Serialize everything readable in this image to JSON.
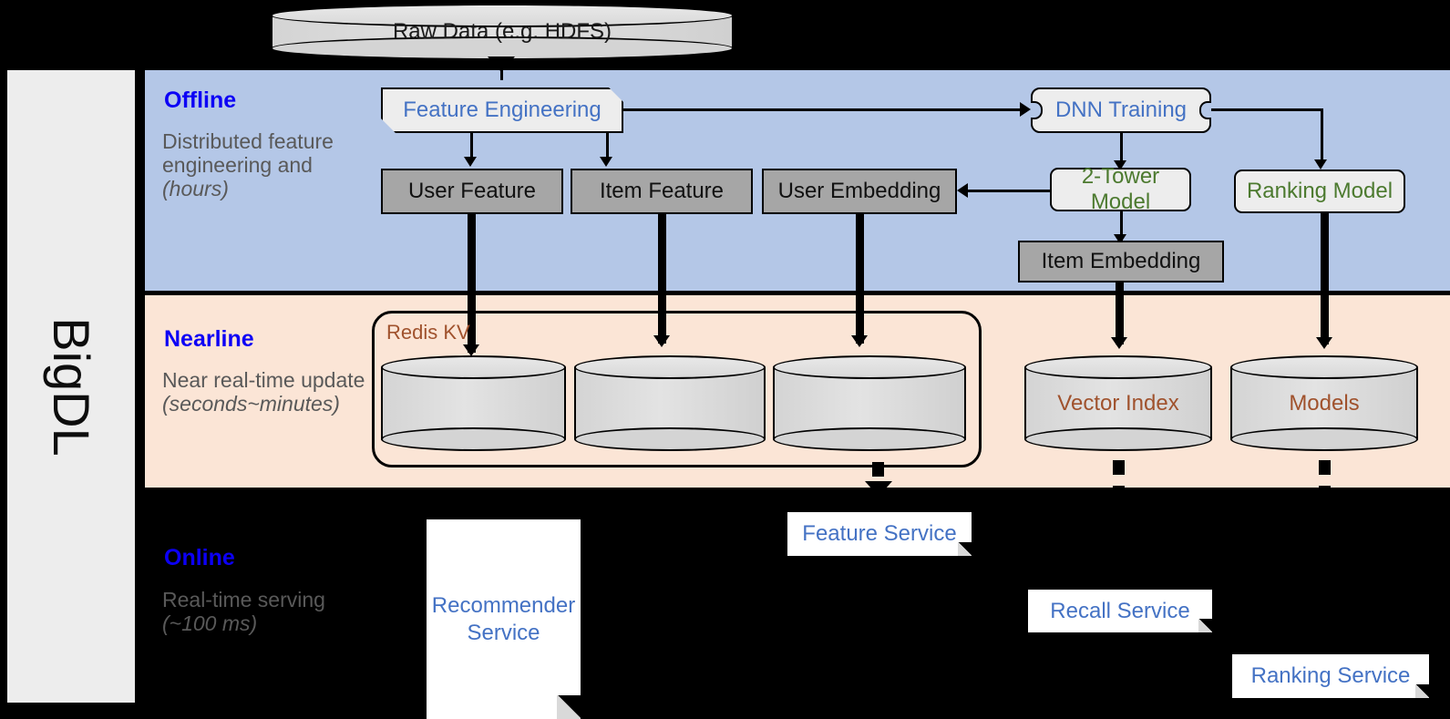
{
  "framework": {
    "name": "BigDL"
  },
  "bands": [
    {
      "id": "offline",
      "title": "Offline",
      "subtitle": "Distributed feature engineering and ",
      "subtitle_em": "(hours)",
      "bg": "#b4c7e7"
    },
    {
      "id": "nearline",
      "title": "Nearline",
      "subtitle": "Near real-time update ",
      "subtitle_em": "(seconds~minutes)",
      "bg": "#fbe5d6"
    },
    {
      "id": "online",
      "title": "Online",
      "subtitle": "Real-time serving ",
      "subtitle_em": "(~100 ms)",
      "bg": "#000000"
    }
  ],
  "source": {
    "label": "Raw Data (e.g. HDFS)"
  },
  "offline": {
    "feature_engineering": "Feature Engineering",
    "dnn_training": "DNN Training",
    "two_tower_model": "2-Tower Model",
    "ranking_model": "Ranking Model",
    "user_feature": "User Feature",
    "item_feature": "Item Feature",
    "user_embedding": "User Embedding",
    "item_embedding": "Item Embedding"
  },
  "nearline": {
    "redis_label": "Redis KV",
    "stores": [
      "",
      "",
      ""
    ],
    "vector_index": "Vector Index",
    "models": "Models"
  },
  "online": {
    "recommender_service": "Recommender Service",
    "feature_service": "Feature Service",
    "recall_service": "Recall Service",
    "ranking_service": "Ranking Service"
  },
  "colors": {
    "band_offline": "#b4c7e7",
    "band_nearline": "#fbe5d6",
    "band_online": "#000000",
    "title_blue": "#0c00f5",
    "label_blue": "#4472c4",
    "label_green": "#4c7a2f",
    "label_brown": "#a0522d",
    "gray_box": "#a6a6a6",
    "rail_gray": "#ededed"
  }
}
